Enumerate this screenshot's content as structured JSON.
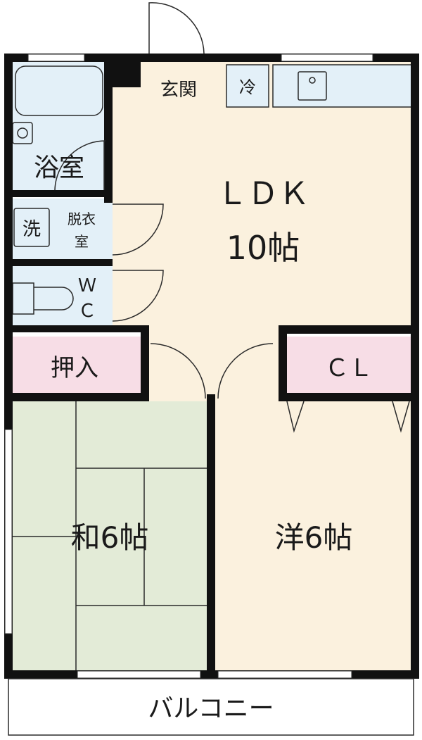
{
  "labels": {
    "entrance": "玄関",
    "fridge": "冷",
    "ldk_name": "ＬＤＫ",
    "ldk_size": "10帖",
    "bath": "浴室",
    "washer": "洗",
    "dressing_1": "脱衣",
    "dressing_2": "室",
    "wc_1": "Ｗ",
    "wc_2": "Ｃ",
    "closet_oshiire": "押入",
    "closet_cl": "ＣＬ",
    "japanese_room": "和6帖",
    "western_room": "洋6帖",
    "balcony": "バルコニー"
  },
  "colors": {
    "wall": "#111111",
    "floor_wood": "#fbf1de",
    "water_area": "#e3f0f8",
    "closet": "#f7dde6",
    "tatami": "#e3ebd7",
    "line": "#2a2a2a"
  }
}
